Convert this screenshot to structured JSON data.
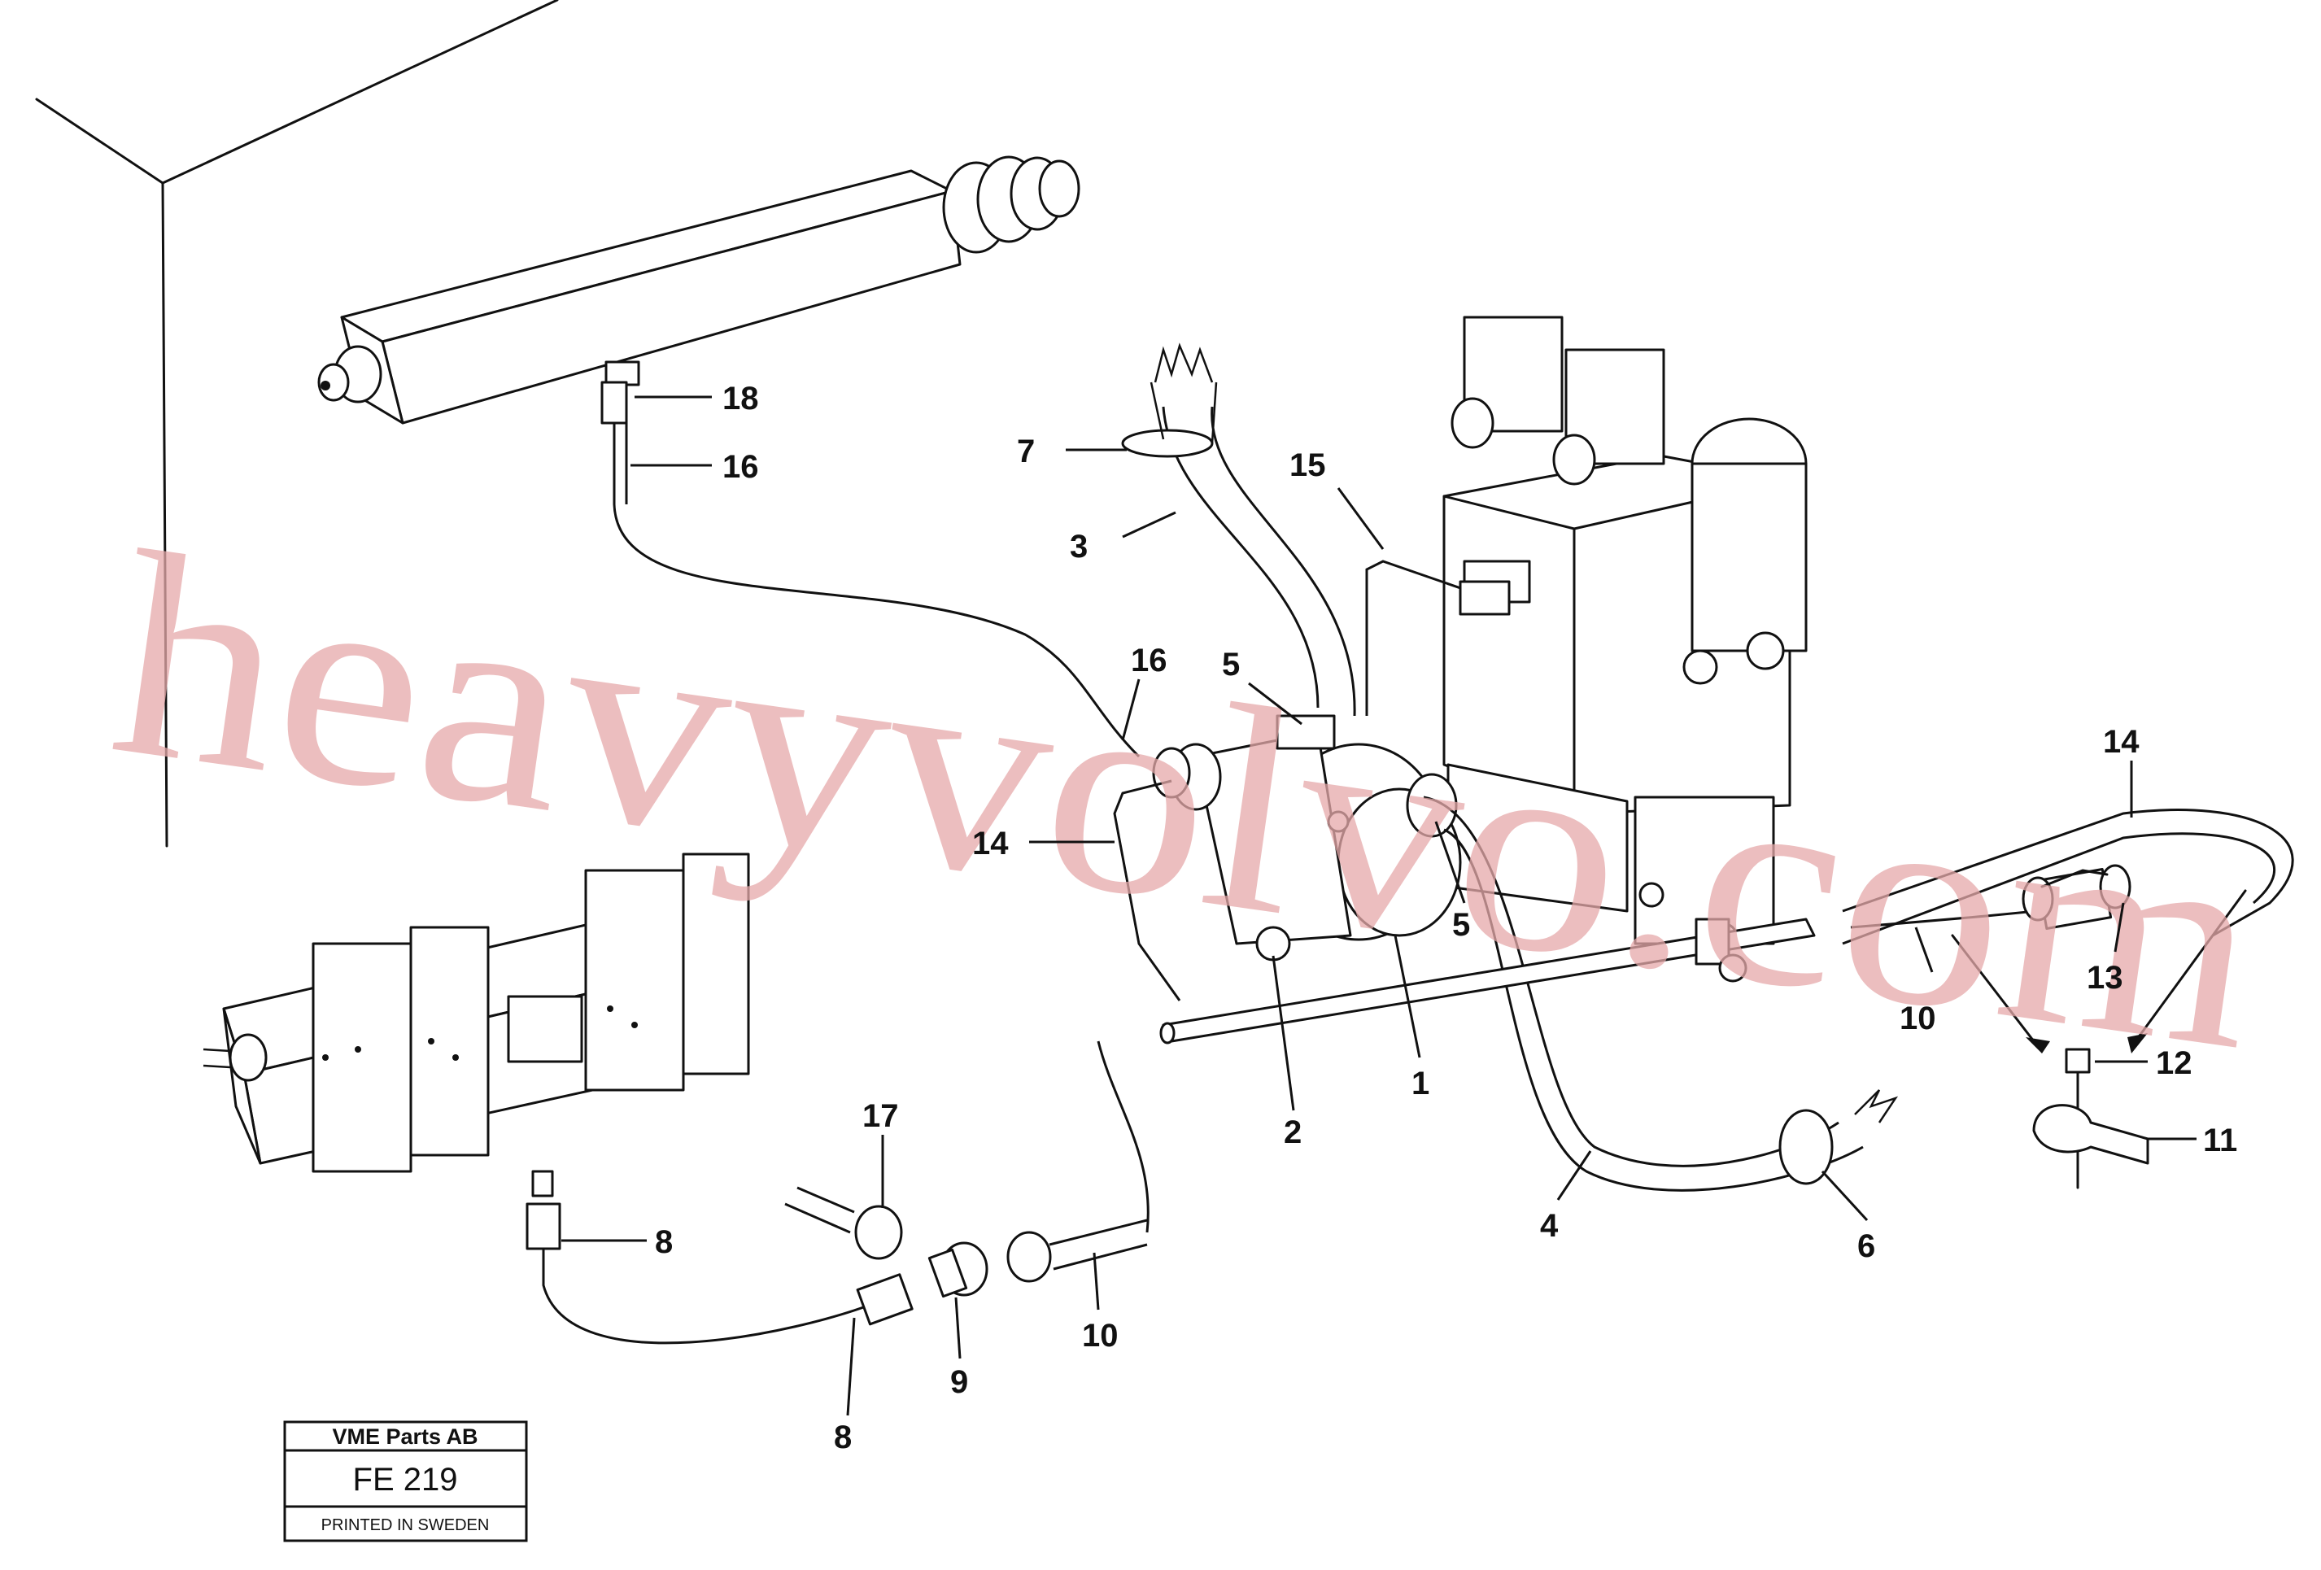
{
  "callouts": [
    "1",
    "2",
    "3",
    "4",
    "5",
    "5",
    "6",
    "7",
    "8",
    "8",
    "9",
    "10",
    "10",
    "11",
    "12",
    "13",
    "14",
    "14",
    "15",
    "16",
    "16",
    "17",
    "18"
  ],
  "watermark": "heavyvolvo.com",
  "title_block": {
    "company": "VME Parts AB",
    "code": "FE 219",
    "footer": "PRINTED IN SWEDEN"
  },
  "colors": {
    "ink": "#111111",
    "watermark": "#e6a9aa"
  }
}
